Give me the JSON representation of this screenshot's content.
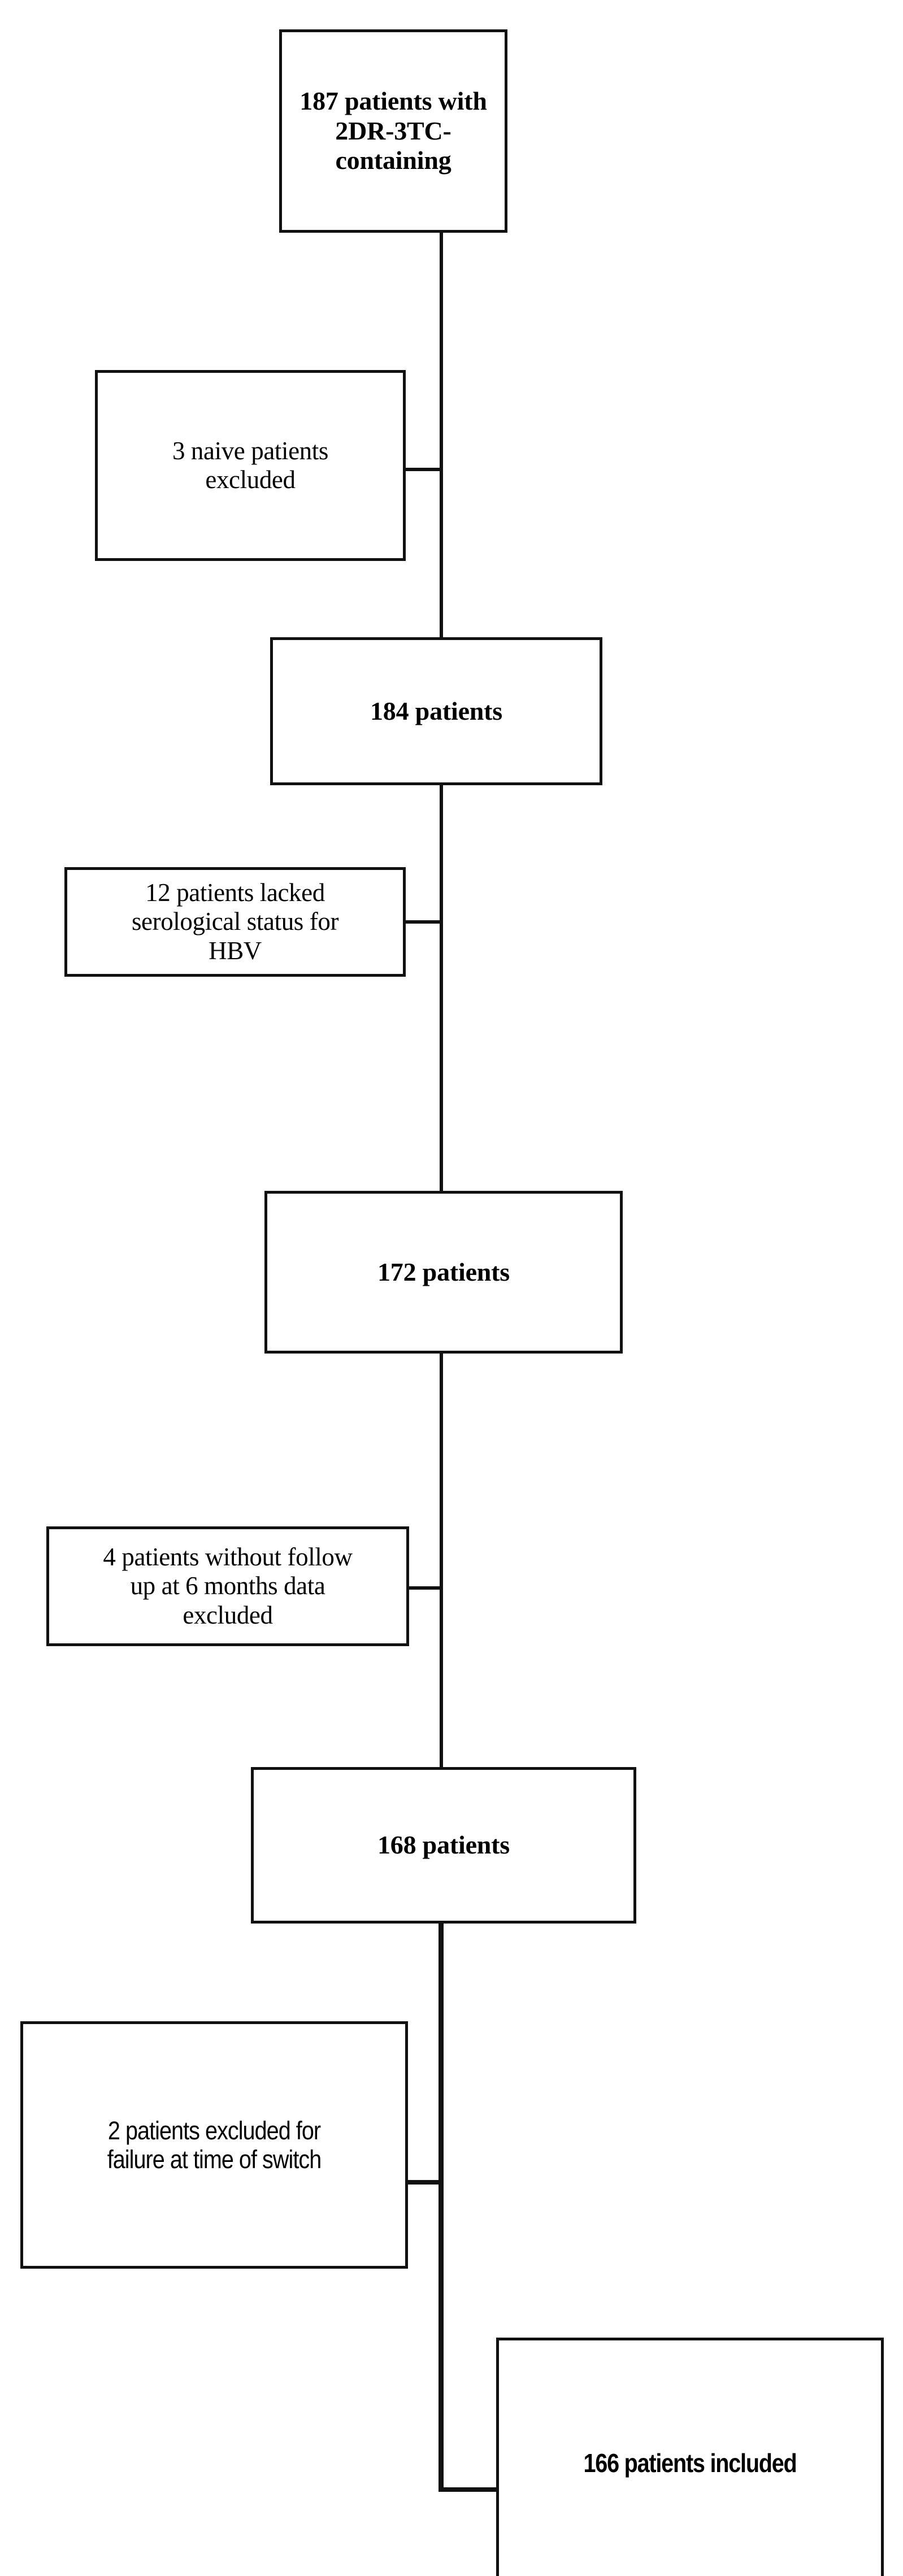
{
  "figure": {
    "type": "patient-flow-diagram",
    "title": "",
    "orientation": "vertical",
    "ink_color": "#111111",
    "background_color": "#ffffff"
  },
  "nodes": [
    {
      "id": "cohort-initial",
      "role": "main",
      "text": "187 patients with\n2DR-3TC-\ncontaining",
      "count": 187,
      "style": "serif-bold"
    },
    {
      "id": "excluded-naive",
      "role": "exclusion",
      "text": "3 naive patients\nexcluded",
      "count": 3,
      "style": "serif-reg"
    },
    {
      "id": "cohort-184",
      "role": "main",
      "text": "184 patients",
      "count": 184,
      "style": "serif-bold"
    },
    {
      "id": "excluded-no-hbv-serology",
      "role": "exclusion",
      "text": "12 patients lacked\nserological status for\nHBV",
      "count": 12,
      "style": "serif-reg"
    },
    {
      "id": "cohort-172",
      "role": "main",
      "text": "172 patients",
      "count": 172,
      "style": "serif-bold"
    },
    {
      "id": "excluded-no-followup",
      "role": "exclusion",
      "text": "4 patients without follow\nup at 6 months data\nexcluded",
      "count": 4,
      "style": "serif-reg"
    },
    {
      "id": "cohort-168",
      "role": "main",
      "text": "168 patients",
      "count": 168,
      "style": "serif-bold"
    },
    {
      "id": "excluded-failure-at-switch",
      "role": "exclusion",
      "text": "2 patients excluded for\nfailure at time of switch",
      "count": 2,
      "style": "sans-cond"
    },
    {
      "id": "cohort-final",
      "role": "final",
      "text": "166 patients included",
      "count": 166,
      "style": "sans-cond-bold"
    }
  ],
  "flow_summary": {
    "start_count": 187,
    "exclusions": [
      3,
      12,
      4,
      2
    ],
    "intermediate_counts": [
      184,
      172,
      168
    ],
    "final_count": 166
  }
}
